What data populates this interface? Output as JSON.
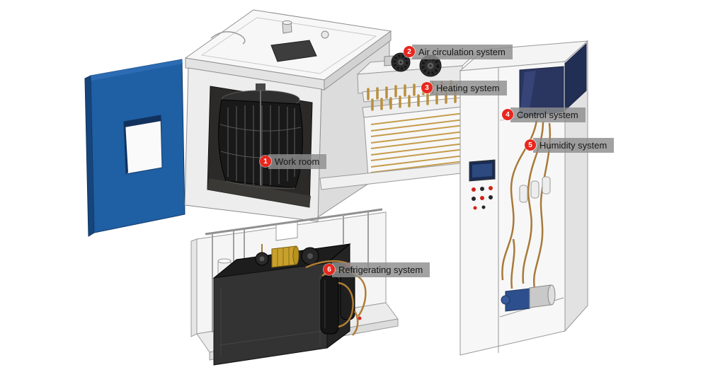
{
  "diagram": {
    "labels": [
      {
        "number": "1",
        "text": "Work room"
      },
      {
        "number": "2",
        "text": "Air circulation system"
      },
      {
        "number": "3",
        "text": "Heating system"
      },
      {
        "number": "4",
        "text": "Control system"
      },
      {
        "number": "5",
        "text": "Humidity system"
      },
      {
        "number": "6",
        "text": "Refrigerating system"
      }
    ],
    "colors": {
      "marker_red": "#e8271e",
      "label_background": "#8d8d8d",
      "label_text": "#161616",
      "door_blue": "#1f5fa3",
      "window_navy": "#2a3560",
      "copper_pipe": "#a87a3a",
      "heater_gold": "#b9903e",
      "compressor_dark": "#333333",
      "background": "#ffffff"
    }
  }
}
